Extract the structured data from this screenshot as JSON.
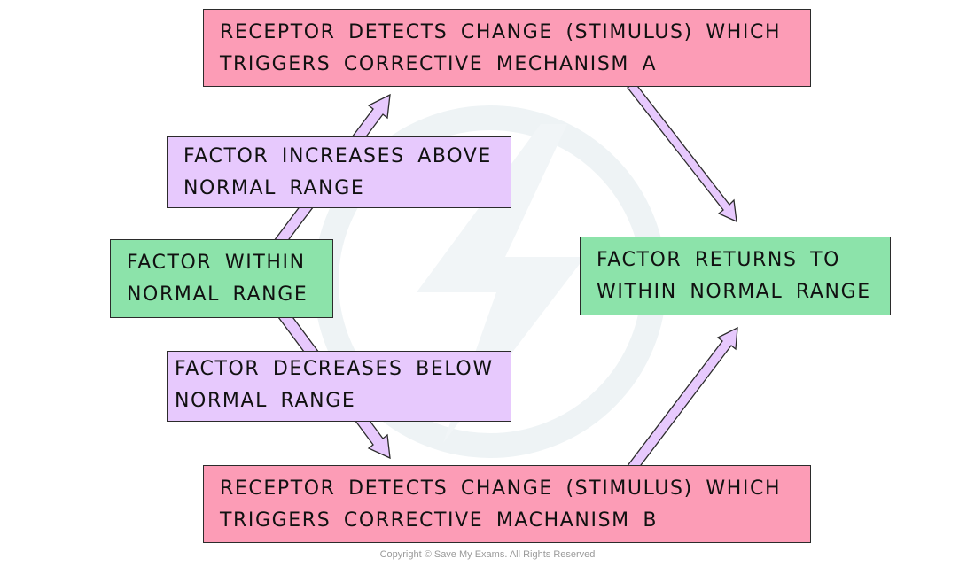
{
  "colors": {
    "corrective_box": "#fc9cb6",
    "change_box": "#e7c9fd",
    "normal_box": "#8ce3aa",
    "arrow_fill": "#e7c9fd",
    "outline": "#2b2b2b",
    "watermark": "#eef3f5"
  },
  "boxes": {
    "top": {
      "line1": "RECEPTOR DETECTS CHANGE (STIMULUS) WHICH",
      "line2": "TRIGGERS CORRECTIVE MECHANISM A"
    },
    "bottom": {
      "line1": "RECEPTOR DETECTS CHANGE (STIMULUS) WHICH",
      "line2": "TRIGGERS CORRECTIVE MACHANISM B"
    },
    "within": {
      "line1": "FACTOR WITHIN",
      "line2": "NORMAL RANGE"
    },
    "returns": {
      "line1": "FACTOR RETURNS TO",
      "line2": "WITHIN NORMAL RANGE"
    },
    "increases": {
      "line1": "FACTOR INCREASES ABOVE",
      "line2": "NORMAL RANGE"
    },
    "decreases": {
      "line1": "FACTOR DECREASES BELOW",
      "line2": "NORMAL RANGE"
    }
  },
  "copyright": "Copyright © Save My Exams. All Rights Reserved"
}
